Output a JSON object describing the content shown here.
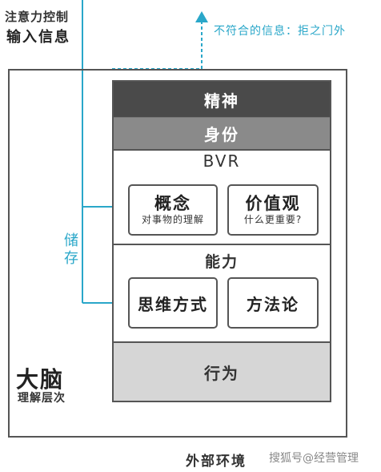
{
  "labels": {
    "attention": "注意力控制",
    "input_info": "输入信息",
    "rejected": "不符合的信息：拒之门外",
    "store": "储存",
    "brain": "大脑",
    "brain_sub": "理解层次",
    "environment": "外部环境",
    "watermark": "搜狐号@经营管理"
  },
  "layers": {
    "spirit": "精神",
    "identity": "身份",
    "bvr": "BVR",
    "ability": "能力",
    "behavior": "行为"
  },
  "bvr_cards": [
    {
      "title": "概念",
      "subtitle": "对事物的理解"
    },
    {
      "title": "价值观",
      "subtitle": "什么更重要?"
    }
  ],
  "ability_cards": [
    {
      "title": "思维方式"
    },
    {
      "title": "方法论"
    }
  ],
  "colors": {
    "accent": "#2aa7c9",
    "spirit_band": "#4a4a4a",
    "identity_band": "#8a8a8a",
    "behavior_band": "#d6d6d6",
    "border": "#555555"
  }
}
